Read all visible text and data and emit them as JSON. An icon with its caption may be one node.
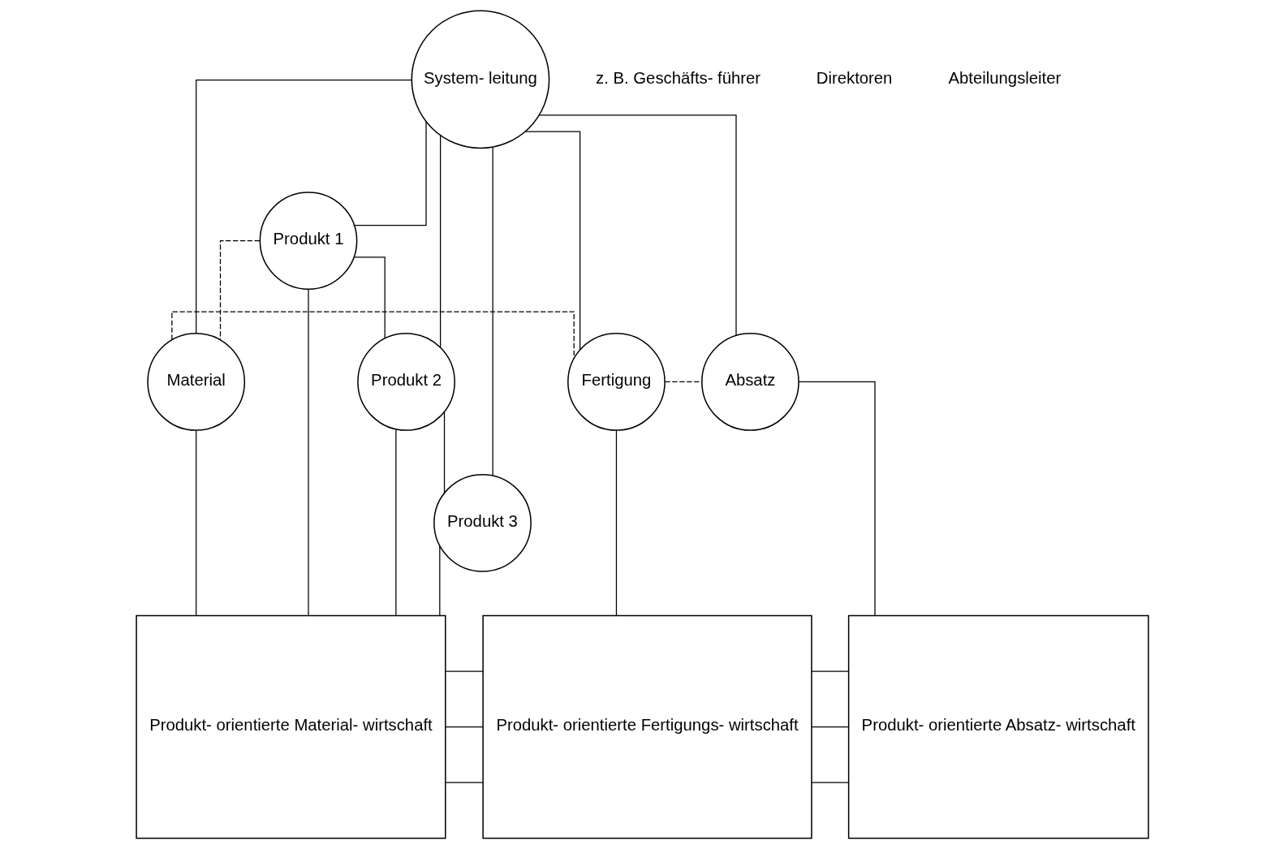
{
  "diagram": {
    "nodes": [
      {
        "text": [
          "System- leitung"
        ]
      },
      {
        "text": [
          "Material"
        ]
      },
      {
        "text": [
          "Fertigung"
        ]
      },
      {
        "text": [
          "Absatz"
        ]
      },
      {
        "text": [
          "Produkt 1"
        ]
      },
      {
        "text": [
          "Produkt 2"
        ]
      },
      {
        "text": [
          "Produkt 3"
        ]
      },
      {
        "text": [
          "Produkt- orientierte Material- wirtschaft"
        ]
      },
      {
        "text": [
          "Produkt- orientierte Fertigungs- wirtschaft"
        ]
      },
      {
        "text": [
          "Produkt- orientierte Absatz- wirtschaft"
        ]
      }
    ],
    "edges": [
      {
        "from": 0,
        "to": 1,
        "arrow": "none"
      },
      {
        "from": 0,
        "to": 2,
        "arrow": "none"
      },
      {
        "from": 0,
        "to": 3,
        "arrow": "none"
      },
      {
        "from": 0,
        "to": 4,
        "arrow": "none"
      },
      {
        "from": 0,
        "to": 5,
        "arrow": "none"
      },
      {
        "from": 0,
        "to": 6,
        "arrow": "none"
      },
      {
        "from": 4,
        "to": 1,
        "arrow": "none",
        "style": "dashed"
      },
      {
        "from": 1,
        "to": 2,
        "arrow": "none",
        "style": "dashed"
      },
      {
        "from": 2,
        "to": 3,
        "arrow": "none",
        "style": "dashed"
      },
      {
        "from": 4,
        "to": 5,
        "arrow": "none"
      },
      {
        "from": 5,
        "to": 6,
        "arrow": "none"
      },
      {
        "from": 1,
        "to": 7,
        "arrow": "none"
      },
      {
        "from": 2,
        "to": 8,
        "arrow": "none"
      },
      {
        "from": 3,
        "to": 9,
        "arrow": "none"
      },
      {
        "from": 4,
        "to": 7,
        "arrow": "none"
      },
      {
        "from": 5,
        "to": 7,
        "arrow": "none"
      },
      {
        "from": 6,
        "to": 7,
        "arrow": "none"
      },
      {
        "from": 7,
        "to": 8,
        "arrow": "none"
      },
      {
        "from": 7,
        "to": 8,
        "arrow": "none"
      },
      {
        "from": 7,
        "to": 8,
        "arrow": "none"
      },
      {
        "from": 8,
        "to": 9,
        "arrow": "none"
      },
      {
        "from": 8,
        "to": 9,
        "arrow": "none"
      },
      {
        "from": 8,
        "to": 9,
        "arrow": "none"
      }
    ],
    "labels": [
      "z. B. Geschäfts- führer",
      "Direktoren",
      "Abteilungsleiter"
    ]
  }
}
